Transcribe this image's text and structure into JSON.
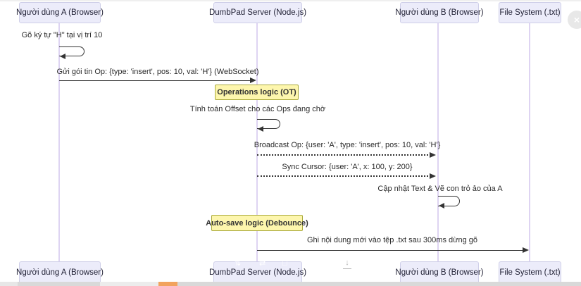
{
  "actors": [
    {
      "label": "Người dùng A (Browser)"
    },
    {
      "label": "DumbPad Server (Node.js)"
    },
    {
      "label": "Người dùng B (Browser)"
    },
    {
      "label": "File System (.txt)"
    }
  ],
  "messages": {
    "m1": "Gõ ký tự \"H\" tại vị trí 10",
    "m2": "Gửi gói tin Op: {type: 'insert', pos: 10, val: 'H'} (WebSocket)",
    "m3": "Tính toán Offset cho các Ops đang chờ",
    "m4": "Broadcast Op: {user: 'A', type: 'insert', pos: 10, val: 'H'}",
    "m5": "Sync Cursor: {user: 'A', x: 100, y: 200}",
    "m6": "Cập nhật Text & Vẽ con trỏ ảo của A",
    "m7": "Ghi nội dung mới vào tệp .txt sau 300ms dừng gõ"
  },
  "notes": {
    "ot": "Operations logic (OT)",
    "autosave": "Auto-save logic (Debounce)"
  },
  "overlay": {
    "close_glyph": "×",
    "download_glyph": "↓",
    "toolbar_glyphs": [
      "⇅",
      "⇄",
      "□",
      "⌂"
    ]
  },
  "colors": {
    "actor_fill": "#ECECFA",
    "actor_border": "#CFCFE8",
    "note_fill": "#FDF6AD",
    "note_border": "#A9A93C",
    "line": "#333333",
    "lifeline": "#DED4F2",
    "accent_orange": "#F2A35E"
  }
}
